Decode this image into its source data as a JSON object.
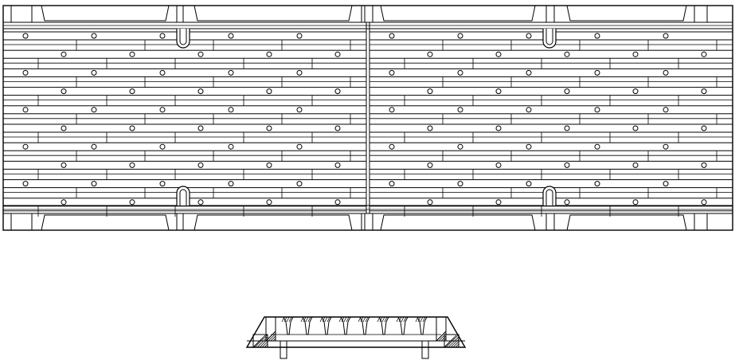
{
  "drawing": {
    "views": [
      {
        "name": "plan-view",
        "kind": "grating plan"
      },
      {
        "name": "section-view",
        "kind": "cross section"
      }
    ],
    "colors": {
      "line": "#000000",
      "background": "#ffffff"
    },
    "plan": {
      "segments": 2,
      "bars_per_segment": 10,
      "hole_rows": 10,
      "slots_per_segment": 2
    },
    "section": {
      "inner_teeth": 8,
      "legs": 2
    }
  }
}
